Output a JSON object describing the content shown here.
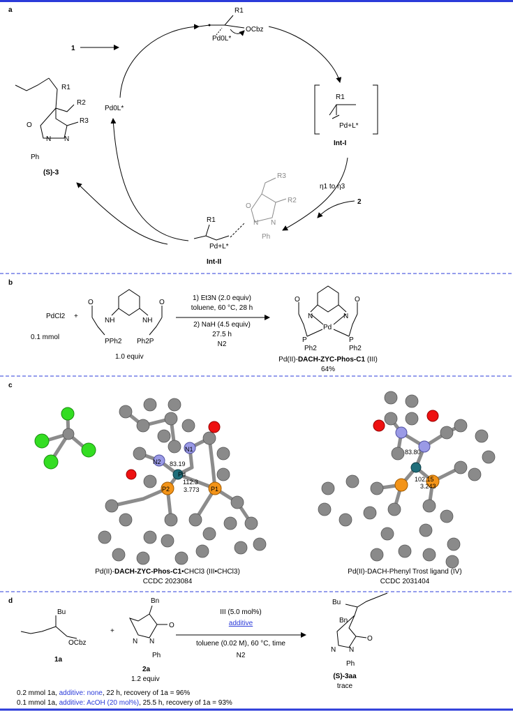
{
  "panels": {
    "a": "a",
    "b": "b",
    "c": "c",
    "d": "d"
  },
  "panel_a": {
    "reagent_1": "1",
    "reagent_2": "2",
    "top_species": {
      "r1": "R1",
      "ocbz": "OCbz",
      "pd": "Pd0L*"
    },
    "catalyst": "Pd0L*",
    "int1": {
      "r1": "R1",
      "pd": "Pd+L*",
      "label": "Int-I"
    },
    "transition": "η1 to η3",
    "int2": {
      "r1": "R1",
      "r2": "R2",
      "r3": "R3",
      "pd": "Pd+L*",
      "n": "N",
      "o": "O",
      "ph": "Ph",
      "label": "Int-II"
    },
    "product": {
      "r1": "R1",
      "r2": "R2",
      "r3": "R3",
      "o": "O",
      "n": "N",
      "ph": "Ph",
      "label": "(S)-3"
    }
  },
  "panel_b": {
    "pdcl2": "PdCl2",
    "plus": "+",
    "amount": "0.1 mmol",
    "ligand_equiv": "1.0 equiv",
    "cond1": "1) Et3N (2.0 equiv)",
    "cond2": "toluene, 60 °C, 28 h",
    "cond3": "2) NaH (4.5 equiv)",
    "cond4": "27.5 h",
    "cond5": "N2",
    "ligand_atoms": {
      "nh": "NH",
      "o": "O",
      "pph2": "PPh2",
      "ph2p": "Ph2P"
    },
    "complex_atoms": {
      "n": "N",
      "pd": "Pd",
      "o": "O",
      "p": "P",
      "ph2": "Ph2"
    },
    "product_prefix": "Pd(II)-",
    "product_name": "DACH-ZYC-Phos-C1",
    "product_suffix": "(III)",
    "yield": "64%"
  },
  "panel_c": {
    "left_caption_prefix": "Pd(II)-",
    "left_caption_bold": "DACH-ZYC-Phos-C1",
    "left_caption_rest": "•CHCl3 (III•CHCl3)",
    "left_ccdc": "CCDC 2023084",
    "right_caption": "Pd(II)-DACH-Phenyl Trost ligand (IV)",
    "right_ccdc": "CCDC 2031404",
    "left_labels": {
      "n2": "N2",
      "n1": "N1",
      "pd": "Pd",
      "p2": "P2",
      "p1": "P1",
      "angle1": "83.19",
      "angle2": "112.3",
      "dist": "3.773"
    },
    "right_labels": {
      "angle1": "83.80",
      "angle2": "102.15",
      "dist": "3.243"
    }
  },
  "panel_d": {
    "sm1": {
      "bu": "Bu",
      "ocbz": "OCbz",
      "label": "1a"
    },
    "plus": "+",
    "sm2": {
      "bn": "Bn",
      "o": "O",
      "n": "N",
      "ph": "Ph",
      "label": "2a",
      "equiv": "1.2 equiv"
    },
    "cond1": "III (5.0 mol%)",
    "cond2": "additive",
    "cond3": "toluene (0.02 M), 60 °C, time",
    "cond4": "N2",
    "product": {
      "bu": "Bu",
      "bn": "Bn",
      "o": "O",
      "n": "N",
      "ph": "Ph",
      "label": "(S)-3aa",
      "yield": "trace"
    },
    "result1_a": "0.2 mmol 1a, ",
    "result1_b": "additive: none",
    "result1_c": ", 22 h, recovery of 1a = 96%",
    "result2_a": "0.1 mmol 1a, ",
    "result2_b": "additive: AcOH (20 mol%)",
    "result2_c": ", 25.5 h,  recovery of 1a = 93%"
  },
  "colors": {
    "divider": "#2b3bd9",
    "chlorine": "#33dd22",
    "carbon": "#8a8a8a",
    "oxygen": "#ee1111",
    "nitrogen": "#9a9ae6",
    "palladium": "#1f6e7a",
    "phosphorus": "#f39418"
  }
}
